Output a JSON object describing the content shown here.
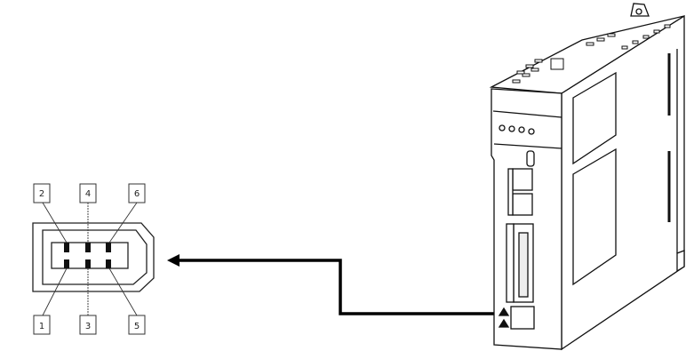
{
  "connector": {
    "pins_top": [
      "2",
      "4",
      "6"
    ],
    "pins_bottom": [
      "1",
      "3",
      "5"
    ]
  },
  "colors": {
    "line": "#000000",
    "background": "#ffffff"
  }
}
